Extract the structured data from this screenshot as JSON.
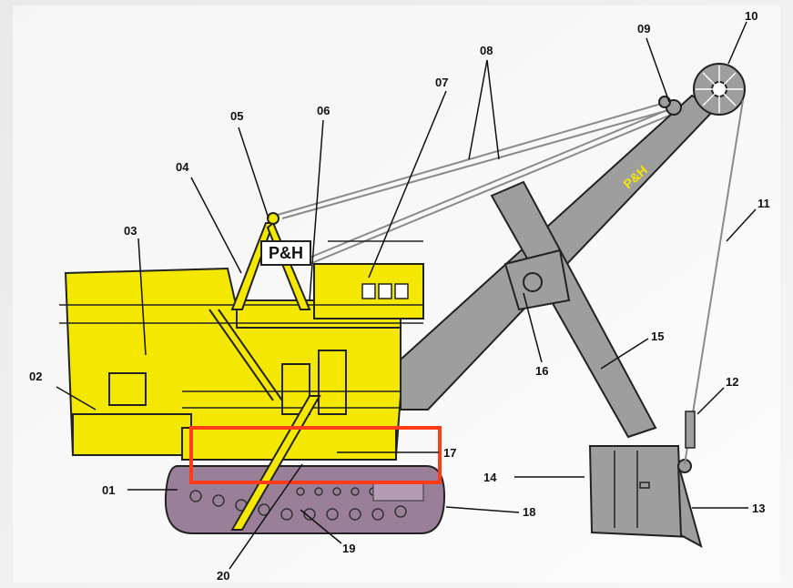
{
  "brand_text": "P&H",
  "colors": {
    "body": "#f5e800",
    "boom": "#9e9e9e",
    "crawler": "#9a7f98",
    "highlight": "#ff3b1a",
    "rope": "#8a8a8a"
  },
  "callouts": [
    {
      "id": "01",
      "label": "01"
    },
    {
      "id": "02",
      "label": "02"
    },
    {
      "id": "03",
      "label": "03"
    },
    {
      "id": "04",
      "label": "04"
    },
    {
      "id": "05",
      "label": "05"
    },
    {
      "id": "06",
      "label": "06"
    },
    {
      "id": "07",
      "label": "07"
    },
    {
      "id": "08",
      "label": "08"
    },
    {
      "id": "09",
      "label": "09"
    },
    {
      "id": "10",
      "label": "10"
    },
    {
      "id": "11",
      "label": "11"
    },
    {
      "id": "12",
      "label": "12"
    },
    {
      "id": "13",
      "label": "13"
    },
    {
      "id": "14",
      "label": "14"
    },
    {
      "id": "15",
      "label": "15"
    },
    {
      "id": "16",
      "label": "16"
    },
    {
      "id": "17",
      "label": "17"
    },
    {
      "id": "18",
      "label": "18"
    },
    {
      "id": "19",
      "label": "19"
    },
    {
      "id": "20",
      "label": "20"
    }
  ]
}
